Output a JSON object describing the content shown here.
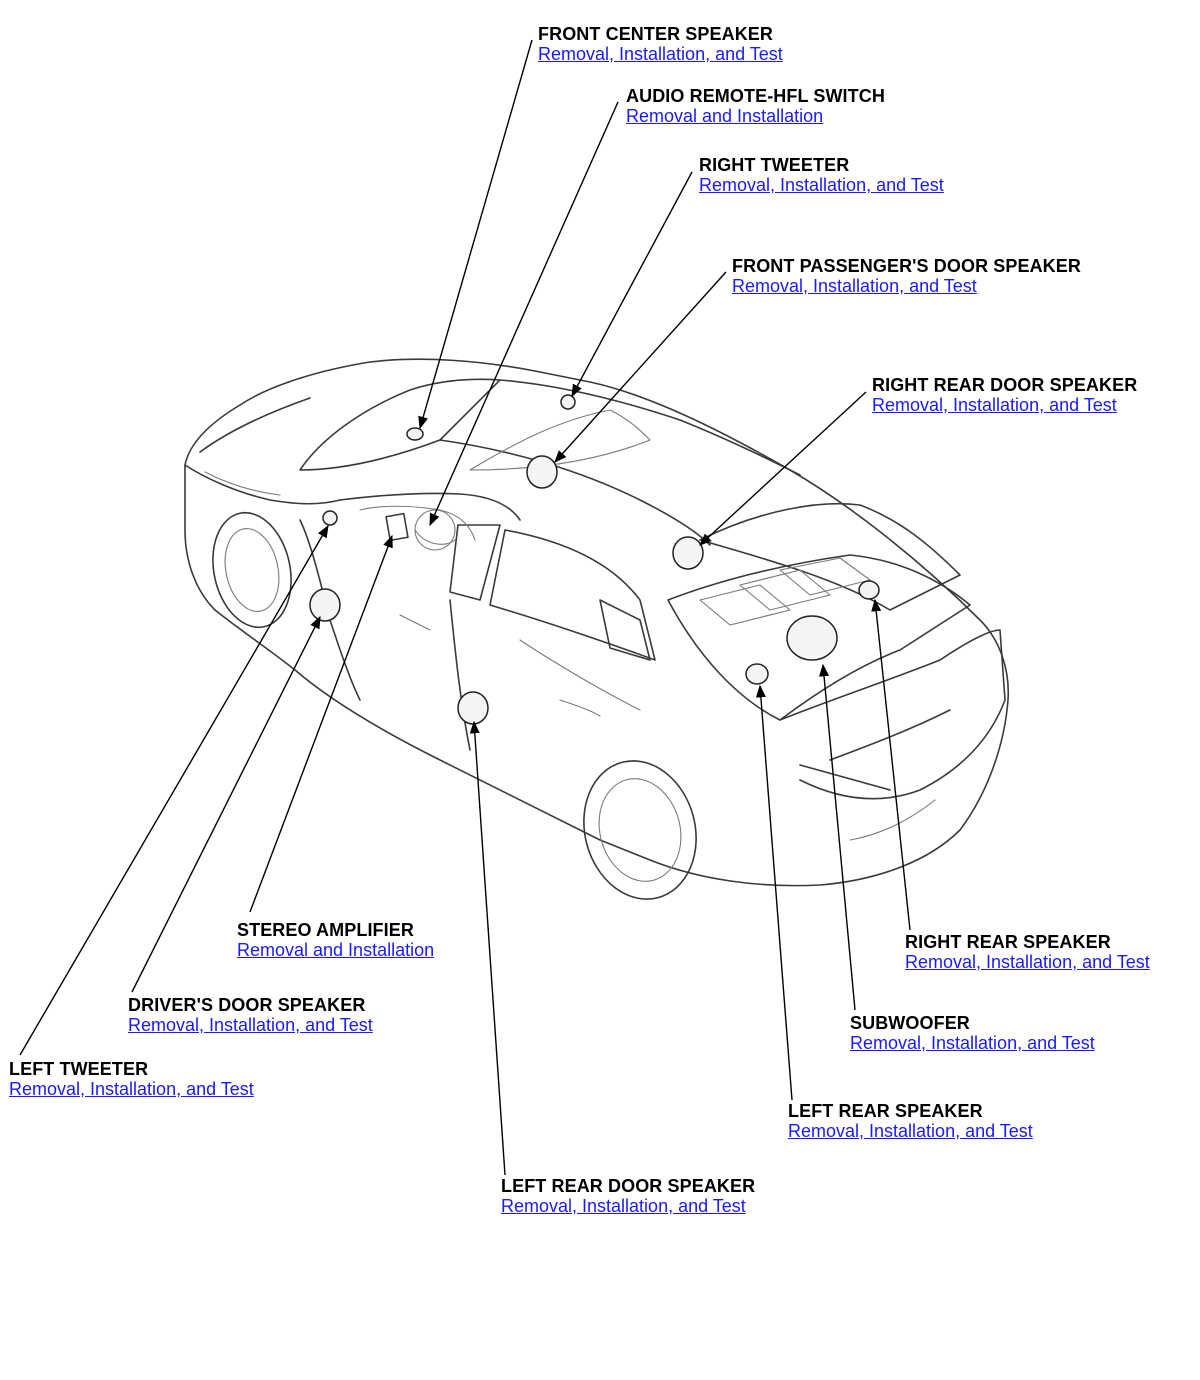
{
  "components": [
    {
      "key": "front_center_speaker",
      "title": "FRONT CENTER SPEAKER",
      "link": "Removal, Installation, and Test"
    },
    {
      "key": "audio_remote_hfl_switch",
      "title": "AUDIO REMOTE-HFL SWITCH",
      "link": "Removal and Installation"
    },
    {
      "key": "right_tweeter",
      "title": "RIGHT TWEETER",
      "link": "Removal, Installation, and Test"
    },
    {
      "key": "front_passenger_door_speaker",
      "title": "FRONT PASSENGER'S DOOR SPEAKER",
      "link": "Removal, Installation, and Test"
    },
    {
      "key": "right_rear_door_speaker",
      "title": "RIGHT REAR DOOR SPEAKER",
      "link": "Removal, Installation, and Test"
    },
    {
      "key": "stereo_amplifier",
      "title": "STEREO AMPLIFIER",
      "link": "Removal and Installation"
    },
    {
      "key": "drivers_door_speaker",
      "title": "DRIVER'S DOOR SPEAKER",
      "link": "Removal, Installation, and Test"
    },
    {
      "key": "left_tweeter",
      "title": "LEFT TWEETER",
      "link": "Removal, Installation, and Test"
    },
    {
      "key": "right_rear_speaker",
      "title": "RIGHT REAR SPEAKER",
      "link": "Removal, Installation, and Test"
    },
    {
      "key": "subwoofer",
      "title": "SUBWOOFER",
      "link": "Removal, Installation, and Test"
    },
    {
      "key": "left_rear_speaker",
      "title": "LEFT REAR SPEAKER",
      "link": "Removal, Installation, and Test"
    },
    {
      "key": "left_rear_door_speaker",
      "title": "LEFT REAR DOOR SPEAKER",
      "link": "Removal, Installation, and Test"
    }
  ],
  "colors": {
    "link": "#1a1aff",
    "title": "#000000",
    "line_art": "#3a3a3a"
  }
}
